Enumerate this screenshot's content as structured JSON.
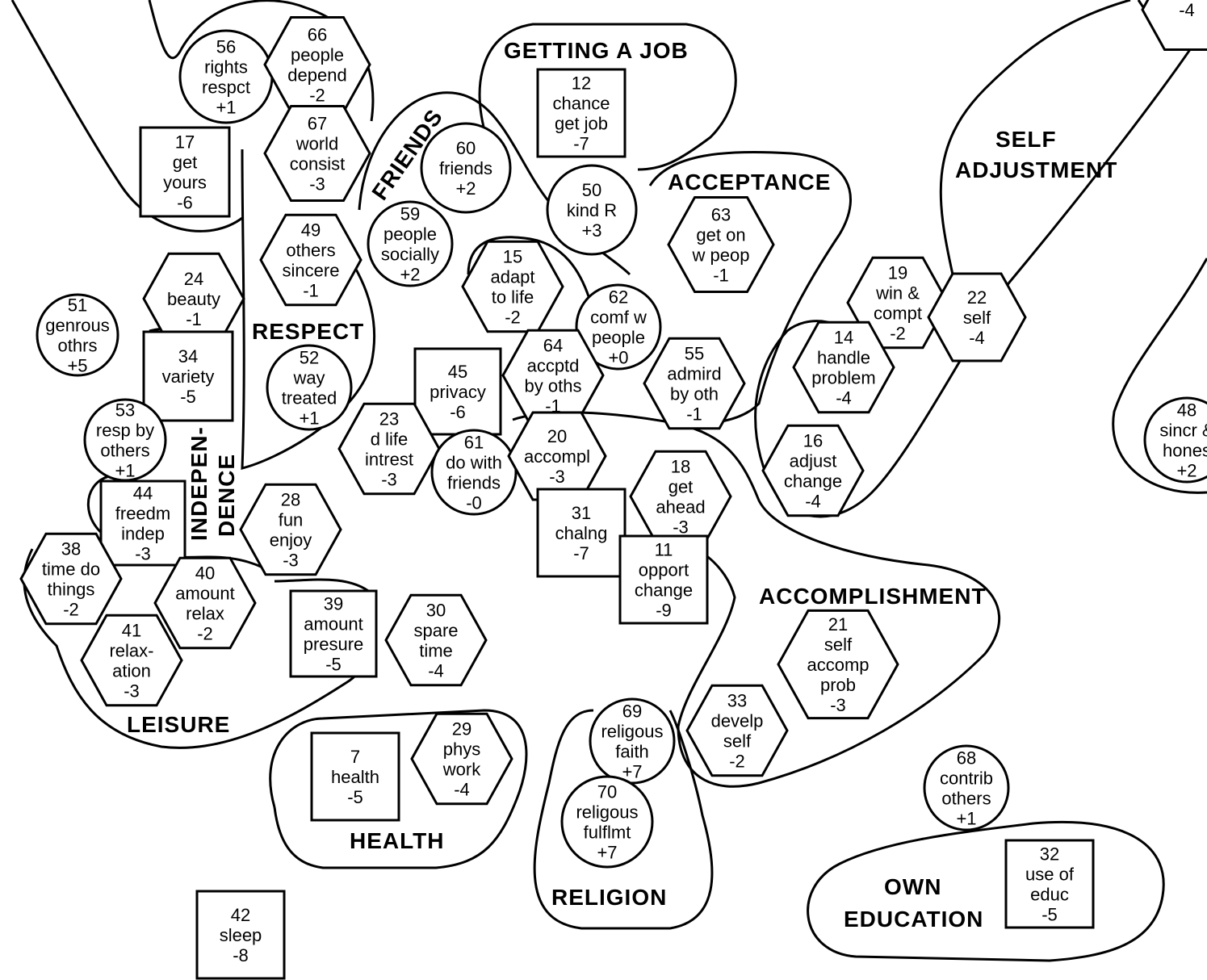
{
  "groups": {
    "getting_job": "GETTING A JOB",
    "self_adjustment_1": "SELF",
    "self_adjustment_2": "ADJUSTMENT",
    "acceptance": "ACCEPTANCE",
    "friends": "FRIENDS",
    "respect": "RESPECT",
    "independence_1": "INDEPEN-",
    "independence_2": "DENCE",
    "accomplishment": "ACCOMPLISHMENT",
    "leisure": "LEISURE",
    "health": "HEALTH",
    "religion": "RELIGION",
    "own_education_1": "OWN",
    "own_education_2": "EDUCATION"
  },
  "nodes": [
    {
      "id": "56",
      "lines": [
        "rights",
        "respct"
      ],
      "value": "+1",
      "shape": "circle"
    },
    {
      "id": "66",
      "lines": [
        "people",
        "depend"
      ],
      "value": "-2",
      "shape": "hex"
    },
    {
      "id": "17",
      "lines": [
        "get",
        "yours"
      ],
      "value": "-6",
      "shape": "square"
    },
    {
      "id": "67",
      "lines": [
        "world",
        "consist"
      ],
      "value": "-3",
      "shape": "hex"
    },
    {
      "id": "12",
      "lines": [
        "chance",
        "get job"
      ],
      "value": "-7",
      "shape": "square"
    },
    {
      "id": "60",
      "lines": [
        "friends"
      ],
      "value": "+2",
      "shape": "circle"
    },
    {
      "id": "50",
      "lines": [
        "kind R"
      ],
      "value": "+3",
      "shape": "circle"
    },
    {
      "id": "63",
      "lines": [
        "get on",
        "w peop"
      ],
      "value": "-1",
      "shape": "hex"
    },
    {
      "id": "19",
      "lines": [
        "win &",
        "compt"
      ],
      "value": "-2",
      "shape": "hex"
    },
    {
      "id": "22",
      "lines": [
        "self"
      ],
      "value": "-4",
      "shape": "hex"
    },
    {
      "id": "49",
      "lines": [
        "others",
        "sincere"
      ],
      "value": "-1",
      "shape": "hex"
    },
    {
      "id": "59",
      "lines": [
        "people",
        "socially"
      ],
      "value": "+2",
      "shape": "circle"
    },
    {
      "id": "15",
      "lines": [
        "adapt",
        "to life"
      ],
      "value": "-2",
      "shape": "hex"
    },
    {
      "id": "62",
      "lines": [
        "comf w",
        "people"
      ],
      "value": "+0",
      "shape": "circle"
    },
    {
      "id": "24",
      "lines": [
        "beauty"
      ],
      "value": "-1",
      "shape": "hex"
    },
    {
      "id": "51",
      "lines": [
        "genrous",
        "othrs"
      ],
      "value": "+5",
      "shape": "circle"
    },
    {
      "id": "34",
      "lines": [
        "variety"
      ],
      "value": "-5",
      "shape": "square"
    },
    {
      "id": "52",
      "lines": [
        "way",
        "treated"
      ],
      "value": "+1",
      "shape": "circle"
    },
    {
      "id": "45",
      "lines": [
        "privacy"
      ],
      "value": "-6",
      "shape": "square"
    },
    {
      "id": "64",
      "lines": [
        "accptd",
        "by oths"
      ],
      "value": "-1",
      "shape": "hex"
    },
    {
      "id": "55",
      "lines": [
        "admird",
        "by oth"
      ],
      "value": "-1",
      "shape": "hex"
    },
    {
      "id": "14",
      "lines": [
        "handle",
        "problem"
      ],
      "value": "-4",
      "shape": "hex"
    },
    {
      "id": "48",
      "lines": [
        "sincr &",
        "hones"
      ],
      "value": "+2",
      "shape": "circle"
    },
    {
      "id": "53",
      "lines": [
        "resp by",
        "others"
      ],
      "value": "+1",
      "shape": "circle"
    },
    {
      "id": "23",
      "lines": [
        "d life",
        "intrest"
      ],
      "value": "-3",
      "shape": "hex"
    },
    {
      "id": "61",
      "lines": [
        "do with",
        "friends"
      ],
      "value": "-0",
      "shape": "circle"
    },
    {
      "id": "20",
      "lines": [
        "accompl"
      ],
      "value": "-3",
      "shape": "hex"
    },
    {
      "id": "16",
      "lines": [
        "adjust",
        "change"
      ],
      "value": "-4",
      "shape": "hex"
    },
    {
      "id": "18",
      "lines": [
        "get",
        "ahead"
      ],
      "value": "-3",
      "shape": "hex"
    },
    {
      "id": "44",
      "lines": [
        "freedm",
        "indep"
      ],
      "value": "-3",
      "shape": "square"
    },
    {
      "id": "28",
      "lines": [
        "fun",
        "enjoy"
      ],
      "value": "-3",
      "shape": "hex"
    },
    {
      "id": "31",
      "lines": [
        "chalng"
      ],
      "value": "-7",
      "shape": "square"
    },
    {
      "id": "11",
      "lines": [
        "opport",
        "change"
      ],
      "value": "-9",
      "shape": "square"
    },
    {
      "id": "38",
      "lines": [
        "time do",
        "things"
      ],
      "value": "-2",
      "shape": "hex"
    },
    {
      "id": "40",
      "lines": [
        "amount",
        "relax"
      ],
      "value": "-2",
      "shape": "hex"
    },
    {
      "id": "39",
      "lines": [
        "amount",
        "presure"
      ],
      "value": "-5",
      "shape": "square"
    },
    {
      "id": "30",
      "lines": [
        "spare",
        "time"
      ],
      "value": "-4",
      "shape": "hex"
    },
    {
      "id": "21",
      "lines": [
        "self",
        "accomp",
        "prob"
      ],
      "value": "-3",
      "shape": "hex"
    },
    {
      "id": "41",
      "lines": [
        "relax-",
        "ation"
      ],
      "value": "-3",
      "shape": "hex"
    },
    {
      "id": "33",
      "lines": [
        "develp",
        "self"
      ],
      "value": "-2",
      "shape": "hex"
    },
    {
      "id": "69",
      "lines": [
        "religous",
        "faith"
      ],
      "value": "+7",
      "shape": "circle"
    },
    {
      "id": "7",
      "lines": [
        "health"
      ],
      "value": "-5",
      "shape": "square"
    },
    {
      "id": "29",
      "lines": [
        "phys",
        "work"
      ],
      "value": "-4",
      "shape": "hex"
    },
    {
      "id": "68",
      "lines": [
        "contrib",
        "others"
      ],
      "value": "+1",
      "shape": "circle"
    },
    {
      "id": "70",
      "lines": [
        "religous",
        "fulflmt"
      ],
      "value": "+7",
      "shape": "circle"
    },
    {
      "id": "32",
      "lines": [
        "use of",
        "educ"
      ],
      "value": "-5",
      "shape": "square"
    },
    {
      "id": "42",
      "lines": [
        "sleep"
      ],
      "value": "-8",
      "shape": "square"
    },
    {
      "id": "",
      "lines": [],
      "value": "-4",
      "shape": "hex"
    }
  ]
}
